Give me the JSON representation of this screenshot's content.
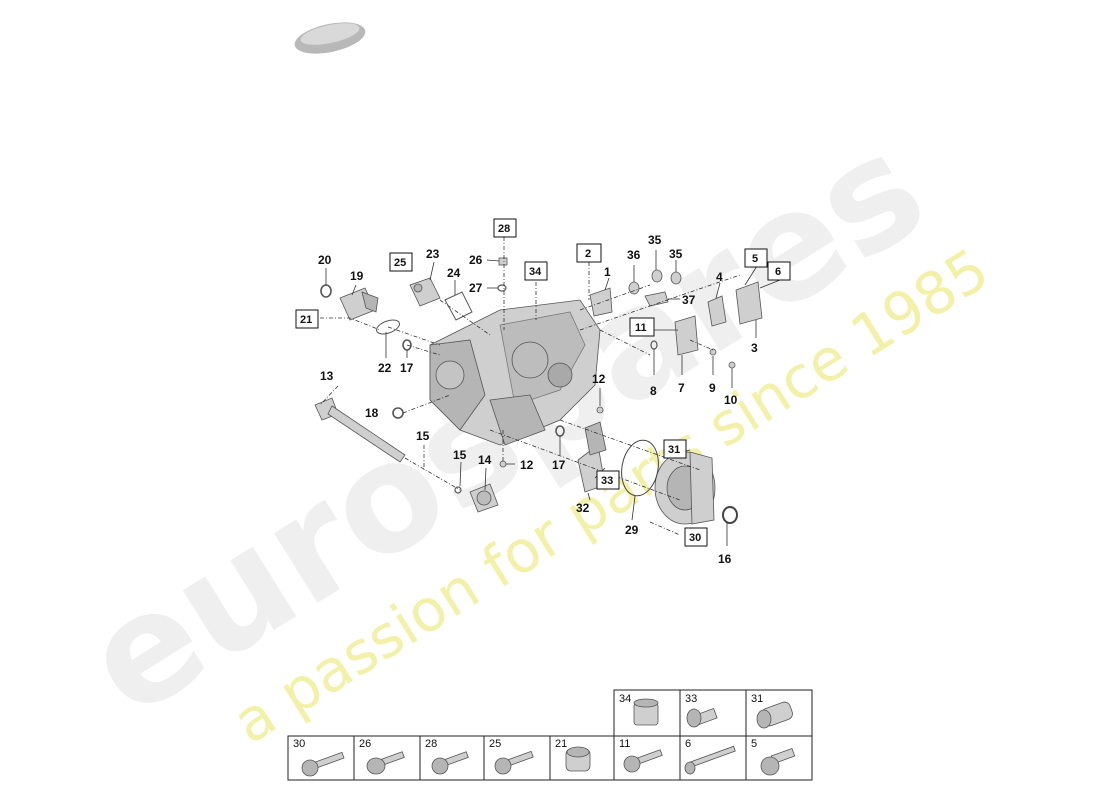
{
  "watermark": {
    "brand": "eurospares",
    "slogan": "a passion for parts since 1985"
  },
  "callouts": {
    "c1": "1",
    "c2": "2",
    "c3": "3",
    "c4": "4",
    "c5": "5",
    "c6": "6",
    "c7": "7",
    "c8": "8",
    "c9": "9",
    "c10": "10",
    "c11": "11",
    "c12a": "12",
    "c12b": "12",
    "c13": "13",
    "c14": "14",
    "c15a": "15",
    "c15b": "15",
    "c16": "16",
    "c17a": "17",
    "c17b": "17",
    "c18": "18",
    "c19": "19",
    "c20": "20",
    "c21": "21",
    "c22": "22",
    "c23": "23",
    "c24": "24",
    "c25": "25",
    "c26": "26",
    "c27": "27",
    "c28": "28",
    "c29": "29",
    "c30": "30",
    "c31": "31",
    "c32": "32",
    "c33": "33",
    "c34": "34",
    "c35a": "35",
    "c35b": "35",
    "c36": "36",
    "c37": "37"
  },
  "fastener_table": {
    "top_row": [
      "34",
      "33",
      "31"
    ],
    "bottom_row": [
      "30",
      "26",
      "28",
      "25",
      "21",
      "11",
      "6",
      "5"
    ]
  }
}
